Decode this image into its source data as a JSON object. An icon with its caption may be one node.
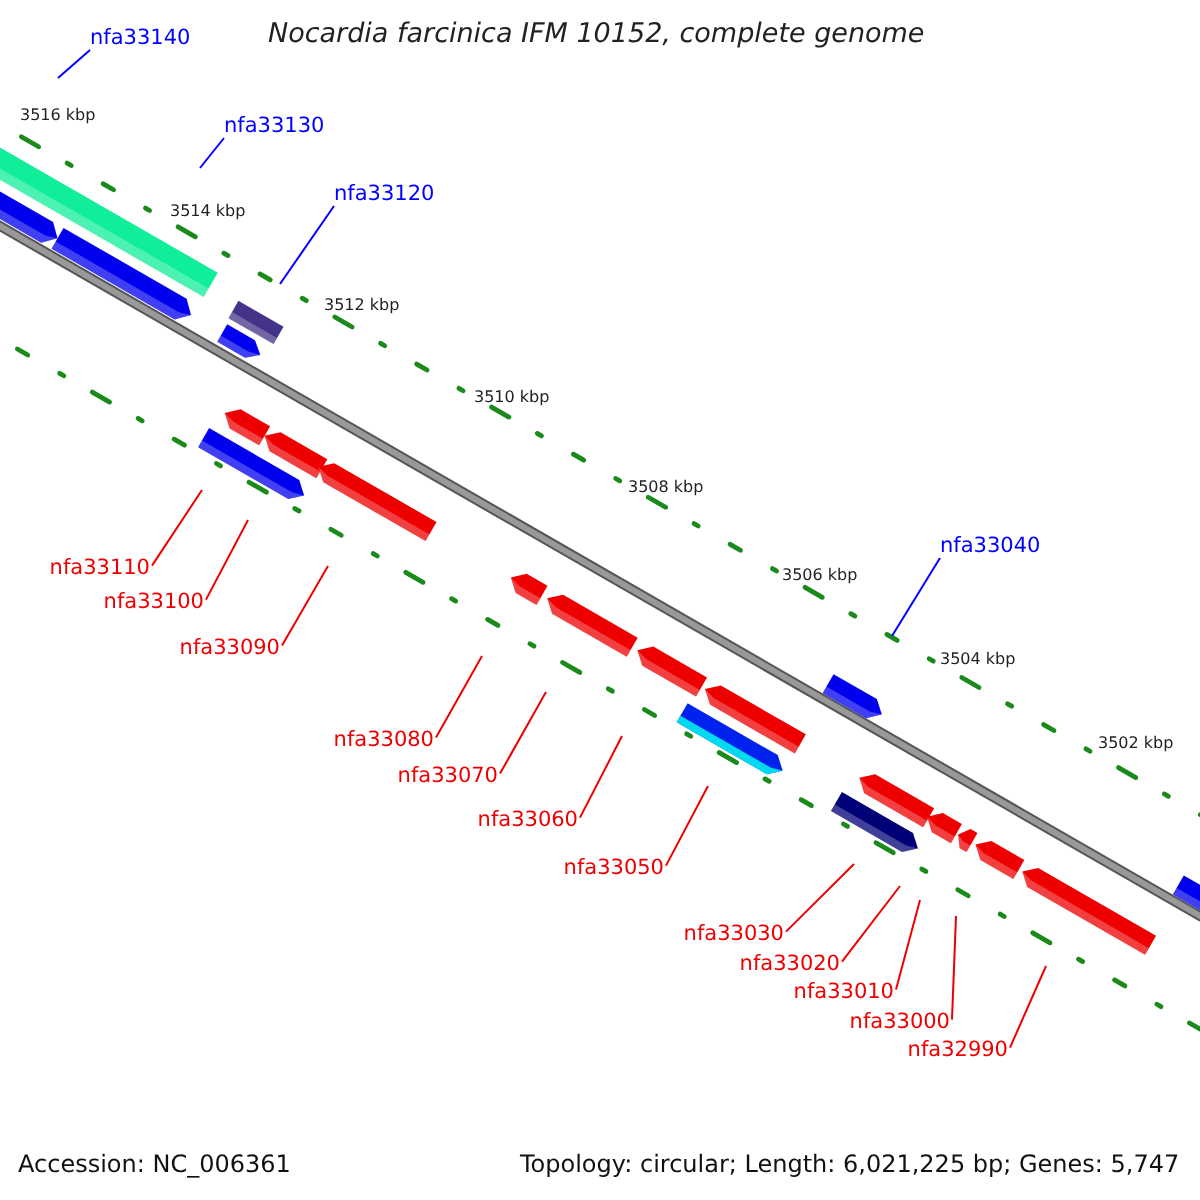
{
  "diagram": {
    "title": "Nocardia farcinica IFM 10152, complete genome",
    "nodes": [
      {
        "text": [
          "nfa33140"
        ]
      },
      {
        "text": [
          "nfa33130"
        ]
      },
      {
        "text": [
          "nfa33120"
        ]
      },
      {
        "text": [
          "nfa33040"
        ]
      },
      {
        "text": [
          "nfa33110"
        ]
      },
      {
        "text": [
          "nfa33100"
        ]
      },
      {
        "text": [
          "nfa33090"
        ]
      },
      {
        "text": [
          "nfa33080"
        ]
      },
      {
        "text": [
          "nfa33070"
        ]
      },
      {
        "text": [
          "nfa33060"
        ]
      },
      {
        "text": [
          "nfa33050"
        ]
      },
      {
        "text": [
          "nfa33030"
        ]
      },
      {
        "text": [
          "nfa33020"
        ]
      },
      {
        "text": [
          "nfa33010"
        ]
      },
      {
        "text": [
          "nfa33000"
        ]
      },
      {
        "text": [
          "nfa32990"
        ]
      }
    ],
    "edges": [
      {
        "from": 0,
        "to": null,
        "arrow": "none",
        "color": "#0000ff"
      },
      {
        "from": 1,
        "to": null,
        "arrow": "none",
        "color": "#0000ff"
      },
      {
        "from": 2,
        "to": null,
        "arrow": "none",
        "color": "#0000ff"
      },
      {
        "from": 3,
        "to": null,
        "arrow": "none",
        "color": "#0000ff"
      },
      {
        "from": 4,
        "to": null,
        "arrow": "none"
      },
      {
        "from": 5,
        "to": null,
        "arrow": "none"
      },
      {
        "from": 6,
        "to": null,
        "arrow": "none"
      },
      {
        "from": 7,
        "to": null,
        "arrow": "none"
      },
      {
        "from": 8,
        "to": null,
        "arrow": "none"
      },
      {
        "from": 9,
        "to": null,
        "arrow": "none"
      },
      {
        "from": 10,
        "to": null,
        "arrow": "none"
      },
      {
        "from": 11,
        "to": null,
        "arrow": "none"
      },
      {
        "from": 12,
        "to": null,
        "arrow": "none"
      },
      {
        "from": 13,
        "to": null,
        "arrow": "none"
      },
      {
        "from": 14,
        "to": null,
        "arrow": "none"
      },
      {
        "from": 15,
        "to": null,
        "arrow": "none"
      }
    ],
    "labels": [
      "3516 kbp",
      "3514 kbp",
      "3512 kbp",
      "3510 kbp",
      "3508 kbp",
      "3506 kbp",
      "3504 kbp",
      "3502 kbp",
      "Accession: NC_006361",
      "Topology: circular; Length: 6,021,225 bp; Genes: 5,747"
    ]
  }
}
